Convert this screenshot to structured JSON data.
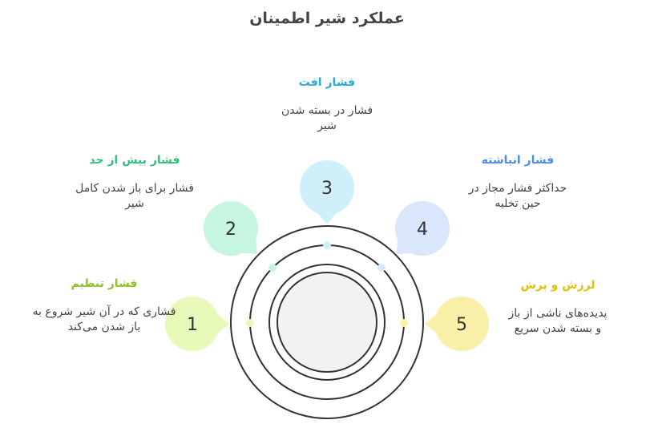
{
  "title": "عملکرد شیر اطمینان",
  "items": [
    {
      "number": "1",
      "heading": "فشار تنظیم",
      "description": "فشاری که در آن شیر شروع به باز شدن می‌کند",
      "color": "#8fbf2a",
      "bubble": "#e6f9b9"
    },
    {
      "number": "2",
      "heading": "فشار بیش از حد",
      "description": "فشار برای باز شدن کامل شیر",
      "color": "#2dbf7a",
      "bubble": "#c6f5e0"
    },
    {
      "number": "3",
      "heading": "فشار افت",
      "description": "فشار در بسته شدن شیر",
      "color": "#2aa8d8",
      "bubble": "#cff0fa"
    },
    {
      "number": "4",
      "heading": "فشار انباشته",
      "description": "حداکثر فشار مجاز در حین تخلیه",
      "color": "#4a8ae8",
      "bubble": "#dae6fb"
    },
    {
      "number": "5",
      "heading": "لرزش و پرش",
      "description": "پدیده‌های ناشی از باز و بسته شدن سریع",
      "color": "#e0c000",
      "bubble": "#fbf0a9"
    }
  ]
}
